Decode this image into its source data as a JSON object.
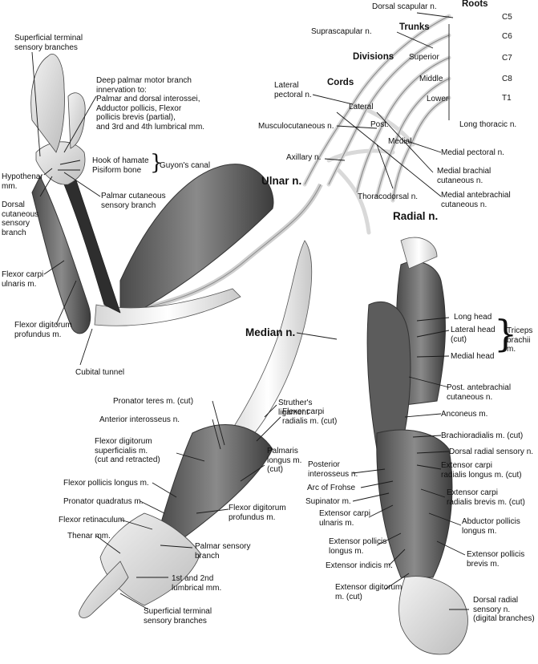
{
  "figure": {
    "plexus_labels": {
      "roots": "Roots",
      "trunks": "Trunks",
      "divisions": "Divisions",
      "cords": "Cords",
      "superior": "Superior",
      "middle": "Middle",
      "lower": "Lower",
      "lateral": "Lateral",
      "post": "Post.",
      "medial": "Medial",
      "c5": "C5",
      "c6": "C6",
      "c7": "C7",
      "c8": "C8",
      "t1": "T1"
    },
    "nerve_titles": {
      "ulnar": "Ulnar n.",
      "radial": "Radial n.",
      "median": "Median n."
    },
    "labels": {
      "dorsal_scapular": "Dorsal scapular n.",
      "suprascapular": "Suprascapular n.",
      "lateral_pectoral": "Lateral\npectoral n.",
      "musculocutaneous": "Musculocutaneous n.",
      "axillary": "Axillary n.",
      "long_thoracic": "Long thoracic n.",
      "medial_pectoral": "Medial pectoral n.",
      "medial_brachial": "Medial brachial\ncutaneous n.",
      "medial_antebrachial": "Medial antebrachial\ncutaneous n.",
      "thoracodorsal": "Thoracodorsal n.",
      "superficial_terminal_top": "Superficial terminal\nsensory branches",
      "deep_palmar": "Deep palmar motor branch\ninnervation to:\nPalmar and dorsal interossei,\nAdductor pollicis, Flexor\npollicis brevis (partial),\nand 3rd and 4th lumbrical mm.",
      "hook_of_hamate": "Hook of hamate",
      "pisiform": "Pisiform bone",
      "guyons_canal": "Guyon's canal",
      "hypothenar": "Hypothenar\nmm.",
      "palmar_cutaneous": "Palmar cutaneous\nsensory branch",
      "dorsal_cutaneous": "Dorsal\ncutaneous\nsensory\nbranch",
      "fcu": "Flexor carpi\nulnaris m.",
      "fdp_left": "Flexor digitorum\nprofundus m.",
      "cubital_tunnel": "Cubital tunnel",
      "struthers": "Struther's\nligament",
      "pronator_teres": "Pronator teres m. (cut)",
      "anterior_interosseus": "Anterior interosseus n.",
      "fcr": "Flexor carpi\nradialis m. (cut)",
      "fds": "Flexor digitorum\nsuperficialis m.\n(cut and retracted)",
      "palmaris_longus": "Palmaris\nlongus m.\n(cut)",
      "fpl": "Flexor pollicis longus m.",
      "pronator_quadratus": "Pronator quadratus m.",
      "fdp_mid": "Flexor digitorum\nprofundus m.",
      "flexor_retinaculum": "Flexor retinaculum",
      "thenar": "Thenar mm.",
      "palmar_sensory": "Palmar sensory\nbranch",
      "lumbrical": "1st and 2nd\nlumbrical mm.",
      "superficial_terminal_bottom": "Superficial terminal\nsensory branches",
      "long_head": "Long head",
      "lateral_head": "Lateral head\n(cut)",
      "medial_head": "Medial head",
      "triceps": "Triceps\nbrachii m.",
      "post_antebrachial": "Post. antebrachial\ncutaneous n.",
      "anconeus": "Anconeus m.",
      "brachioradialis": "Brachioradialis m. (cut)",
      "dorsal_radial_sensory": "Dorsal radial sensory n.",
      "ecrl": "Extensor carpi\nradialis longus m. (cut)",
      "posterior_interosseus": "Posterior\ninterosseus n.",
      "arc_of_frohse": "Arc of Frohse",
      "ecrb": "Extensor carpi\nradialis brevis m. (cut)",
      "supinator": "Supinator m.",
      "ecu": "Extensor carpi\nulnaris m.",
      "apl": "Abductor pollicis\nlongus m.",
      "epl": "Extensor pollicis\nlongus m.",
      "epb": "Extensor pollicis\nbrevis m.",
      "extensor_indicis": "Extensor indicis m.",
      "extensor_digitorum": "Extensor digitorum\nm. (cut)",
      "dorsal_radial_digital": "Dorsal radial\nsensory n.\n(digital branches)"
    }
  }
}
